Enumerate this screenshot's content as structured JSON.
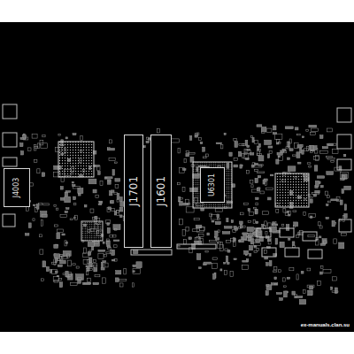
{
  "diagram": {
    "nodes": [
      {
        "text": [
          "J4003"
        ]
      },
      {
        "text": [
          "J1701"
        ]
      },
      {
        "text": [
          "J1601"
        ]
      },
      {
        "text": [
          "U6301"
        ]
      }
    ],
    "labels": [
      "ex-manuals.clan.su"
    ]
  }
}
